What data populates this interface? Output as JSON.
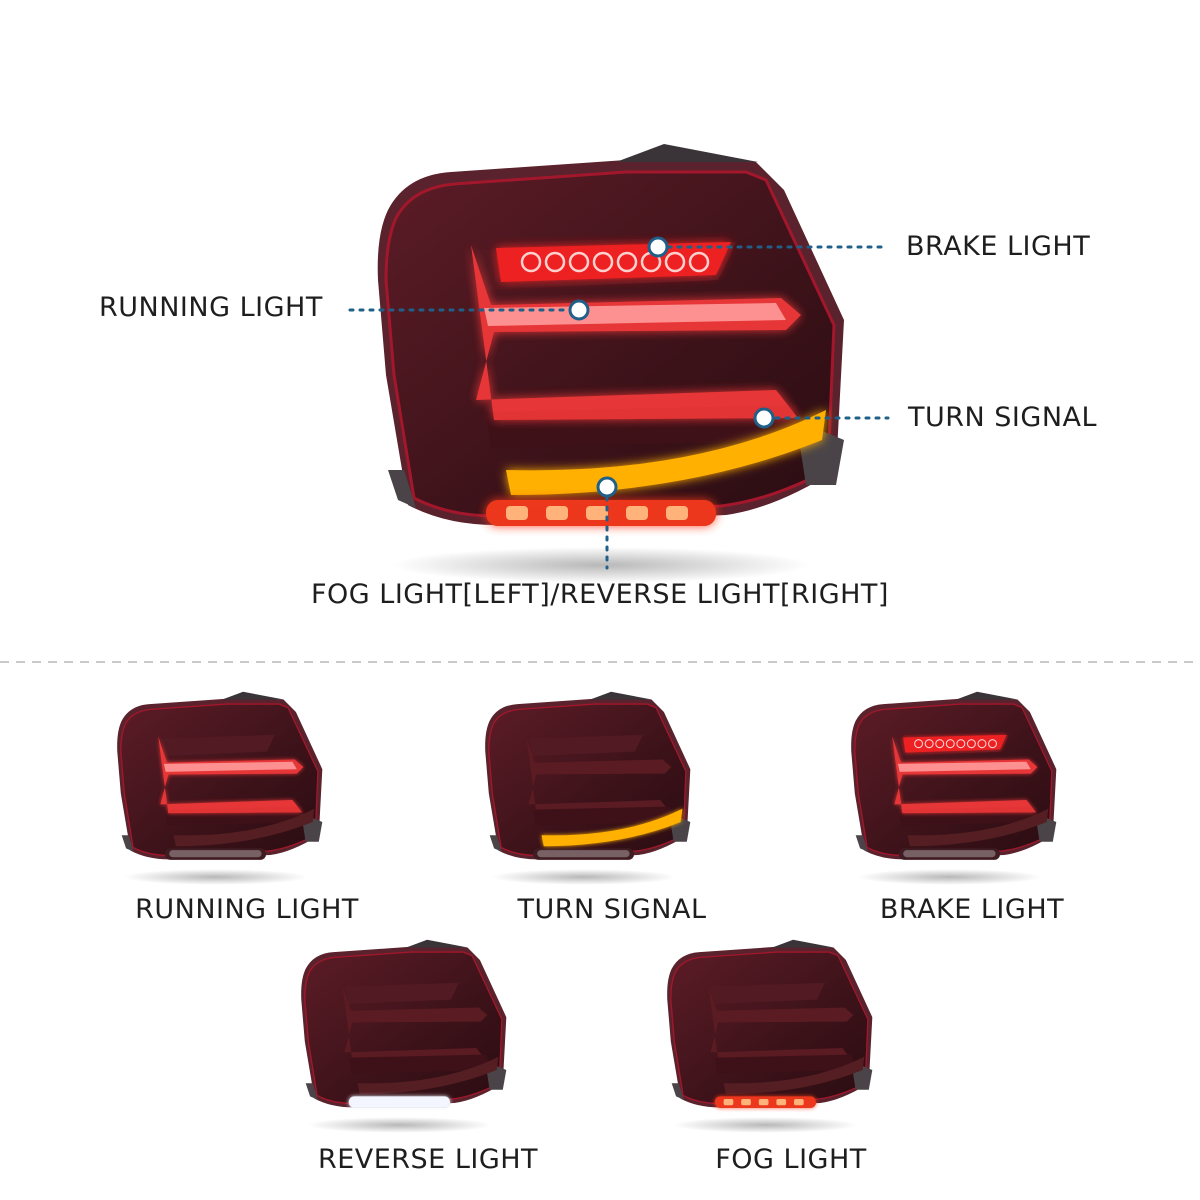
{
  "hero": {
    "callouts": {
      "brake_light": "BRAKE LIGHT",
      "running_light": "RUNNING LIGHT",
      "turn_signal": "TURN SIGNAL",
      "fog_reverse": "FOG LIGHT[LEFT]/REVERSE LIGHT[RIGHT]"
    }
  },
  "variants": [
    {
      "label": "RUNNING LIGHT",
      "active": "running"
    },
    {
      "label": "TURN SIGNAL",
      "active": "turn"
    },
    {
      "label": "BRAKE LIGHT",
      "active": "brake"
    },
    {
      "label": "REVERSE LIGHT",
      "active": "reverse"
    },
    {
      "label": "FOG LIGHT",
      "active": "fog"
    }
  ],
  "colors": {
    "housing": "#4a1820",
    "rim": "#a3172c",
    "running": "#ff3a3a",
    "brake": "#ff2424",
    "turn": "#ffb000",
    "reverse": "#f4f6ff",
    "fog": "#ff3a1a",
    "text": "#1e1e1e",
    "callout_line": "#1f5f88"
  }
}
